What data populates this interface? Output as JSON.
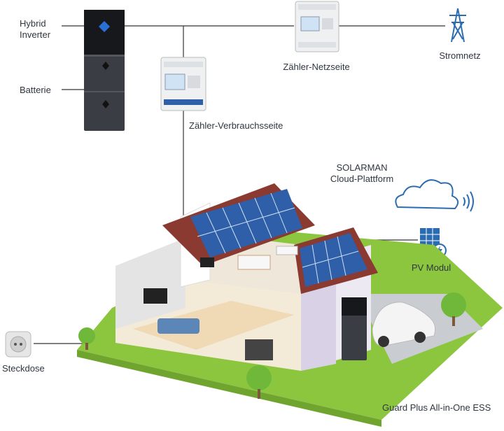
{
  "labels": {
    "hybrid_inverter": "Hybrid\nInverter",
    "battery": "Batterie",
    "meter_grid": "Zähler-Netzseite",
    "grid": "Stromnetz",
    "meter_consumption": "Zähler-Verbrauchsseite",
    "cloud": "SOLARMAN\nCloud-Plattform",
    "pv_module": "PV Modul",
    "socket": "Steckdose",
    "ess": "Guard Plus All-in-One ESS"
  },
  "colors": {
    "line": "#333333",
    "inverter_body": "#3b3d44",
    "solar_blue": "#2f5fa8",
    "roof": "#8a3a30",
    "lawn": "#8cc63f",
    "cloud_blue": "#2b6cb0"
  },
  "icons": [
    "grid-tower-icon",
    "cloud-icon",
    "wifi-signal-icon",
    "pv-panel-icon",
    "socket-icon"
  ]
}
